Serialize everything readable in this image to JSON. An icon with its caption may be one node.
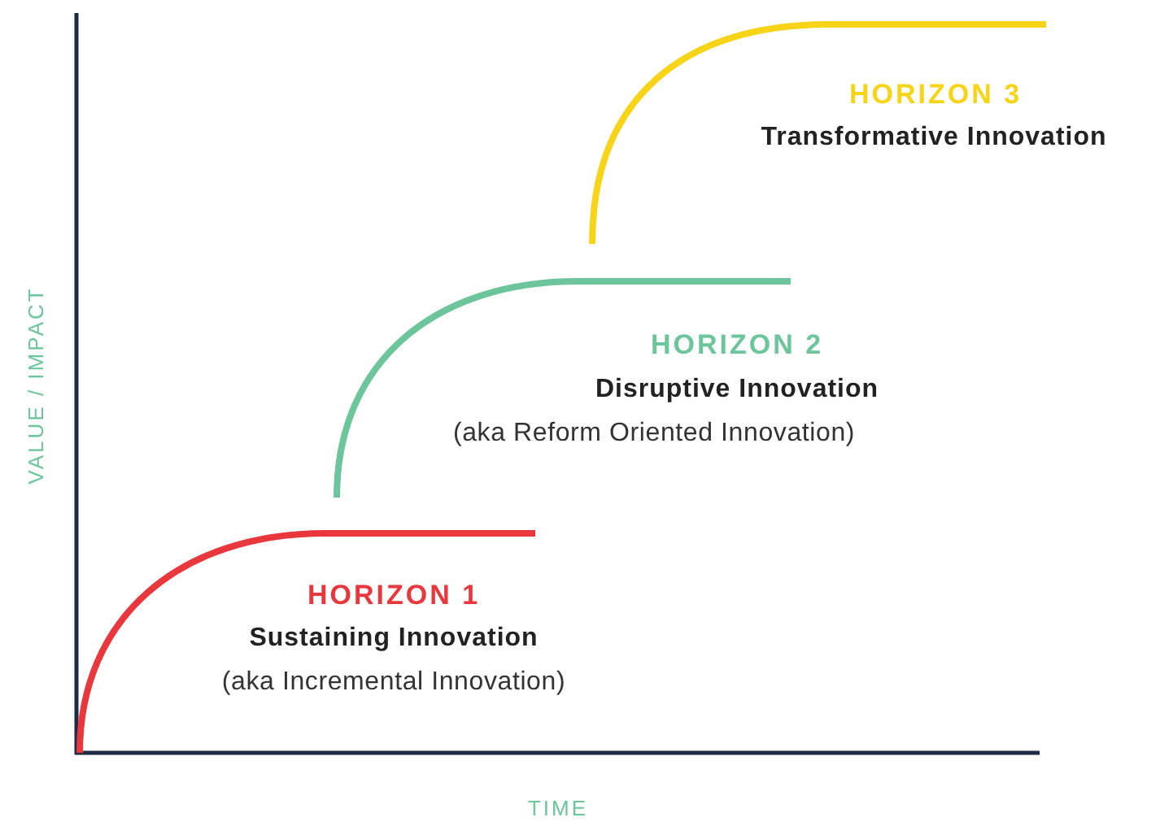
{
  "diagram": {
    "labels": [
      "HORIZON 3",
      "Transformative Innovation",
      "VALUE / IMPACT",
      "HORIZON 2",
      "Disruptive Innovation",
      "(aka Reform Oriented Innovation)",
      "HORIZON 1",
      "Sustaining Innovation",
      "(aka Incremental Innovation)",
      "TIME"
    ]
  }
}
